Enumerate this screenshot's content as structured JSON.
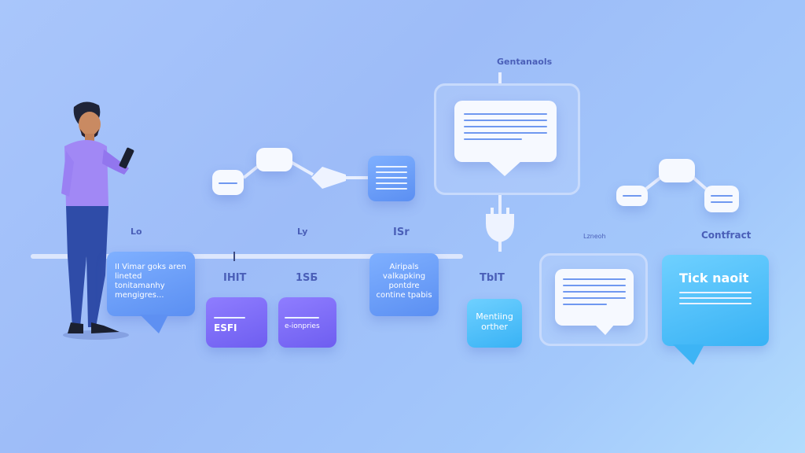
{
  "top_label": "Gentanaols",
  "left_callout": "II Vimar goks aren lineted tonitamanhy mengigres...",
  "labels": {
    "ihit": "IHIT",
    "isb": "1SБ",
    "isr": "ISr",
    "tbit": "TbIT",
    "small_left": "Lo",
    "small_mid": "Ly",
    "small_right": "Lzneoh",
    "contract": "Contfract"
  },
  "cards": {
    "esfi": "ESFI",
    "emponpes": "e-ionpries",
    "airpals": "Airipals valkapking pontdre contine tpabis",
    "mentiing": "Mentiing orther",
    "tick": "Tick naoit"
  },
  "colors": {
    "accent_blue": "#5b8ff2",
    "accent_purple": "#6e5ef0",
    "accent_cyan": "#38b2f5"
  }
}
